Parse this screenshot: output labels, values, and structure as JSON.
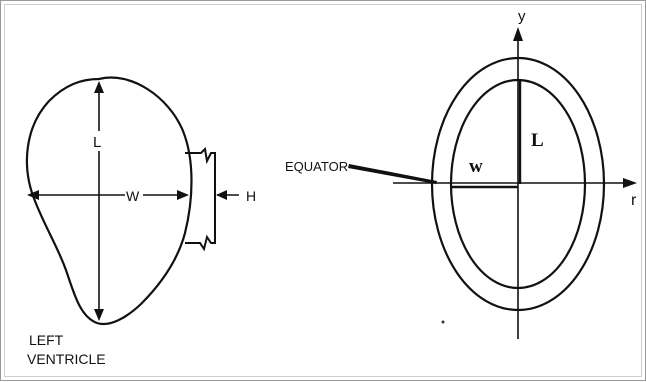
{
  "left_figure": {
    "length_label": "L",
    "width_label": "W",
    "thickness_label": "H",
    "caption_line1": "LEFT",
    "caption_line2": "VENTRICLE"
  },
  "right_figure": {
    "equator_label": "EQUATOR",
    "y_axis_label": "y",
    "r_axis_label": "r",
    "length_label": "L",
    "width_label": "w"
  }
}
